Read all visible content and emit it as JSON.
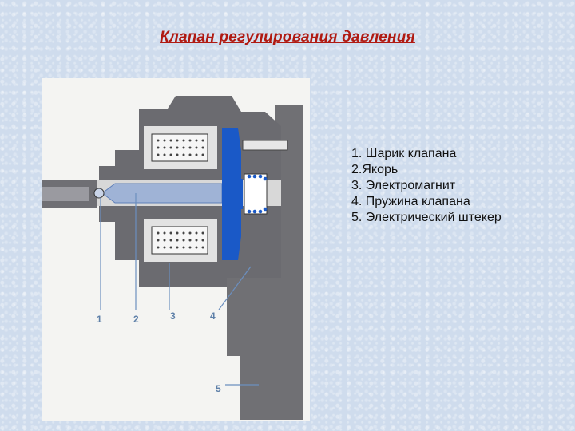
{
  "title": "Клапан регулирования давления",
  "legend": [
    "1. Шарик клапана",
    "2.Якорь",
    "3. Электромагнит",
    "4. Пружина клапана",
    "5. Электрический штекер"
  ],
  "callouts": [
    "1",
    "2",
    "3",
    "4",
    "5"
  ],
  "colors": {
    "title": "#b01a12",
    "background": "#cfdced",
    "armature": "#1a59c7",
    "housing": "#6f6f73",
    "leader_lines": "#6b8fbf"
  }
}
